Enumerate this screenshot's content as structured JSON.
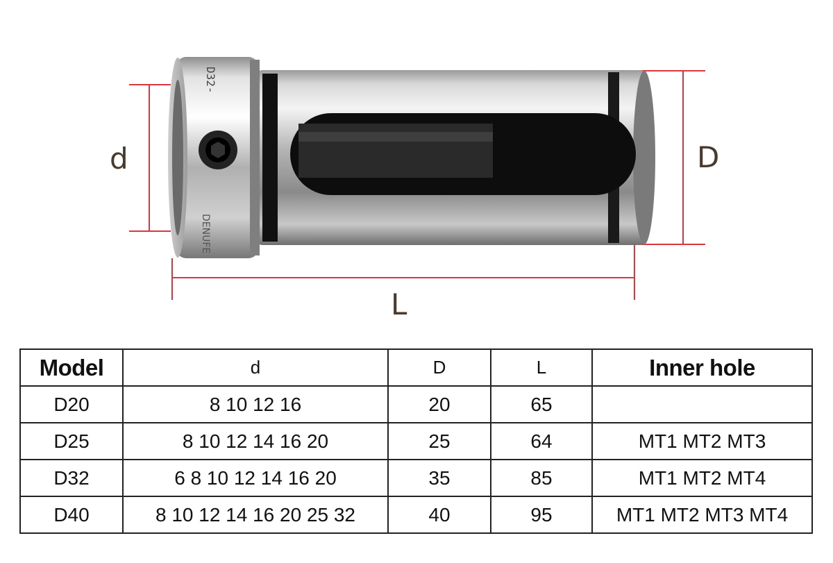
{
  "figure": {
    "dimension_labels": {
      "d": "d",
      "D": "D",
      "L": "L"
    },
    "accent_color": "#d9363e",
    "engraving_top": "D32-",
    "engraving_bottom": "DENUFE"
  },
  "table": {
    "headers": [
      "Model",
      "d",
      "D",
      "L",
      "Inner hole"
    ],
    "rows": [
      [
        "D20",
        "8 10 12 16",
        "20",
        "65",
        ""
      ],
      [
        "D25",
        "8 10 12 14 16 20",
        "25",
        "64",
        "MT1 MT2 MT3"
      ],
      [
        "D32",
        "6 8 10 12 14 16 20",
        "35",
        "85",
        "MT1 MT2 MT4"
      ],
      [
        "D40",
        "8 10 12 14 16 20 25 32",
        "40",
        "95",
        "MT1 MT2 MT3 MT4"
      ]
    ]
  }
}
